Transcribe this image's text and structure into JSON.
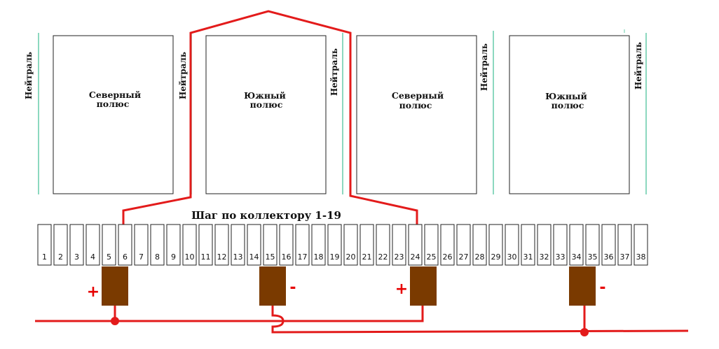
{
  "title": "Шаг по коллектору 1-19",
  "neutral_label": "Нейтраль",
  "poles": [
    {
      "line1": "Северный",
      "line2": "полюс"
    },
    {
      "line1": "Южный",
      "line2": "полюс"
    },
    {
      "line1": "Северный",
      "line2": "полюс"
    },
    {
      "line1": "Южный",
      "line2": "полюс"
    }
  ],
  "segments": [
    "1",
    "2",
    "3",
    "4",
    "5",
    "6",
    "7",
    "8",
    "9",
    "10",
    "11",
    "12",
    "13",
    "14",
    "15",
    "16",
    "17",
    "18",
    "19",
    "20",
    "21",
    "22",
    "23",
    "24",
    "25",
    "26",
    "27",
    "28",
    "29",
    "30",
    "31",
    "32",
    "33",
    "34",
    "35",
    "36",
    "37",
    "38"
  ],
  "brushes": [
    {
      "at_segment": "5",
      "sign": "+"
    },
    {
      "at_segment": "15",
      "sign": "-"
    },
    {
      "at_segment": "24",
      "sign": "+"
    },
    {
      "at_segment": "34",
      "sign": "-"
    }
  ],
  "colors": {
    "wire": "#e31b1b",
    "brush": "#7a3a00",
    "neutral_line": "#66ccaa",
    "outline": "#222222"
  }
}
